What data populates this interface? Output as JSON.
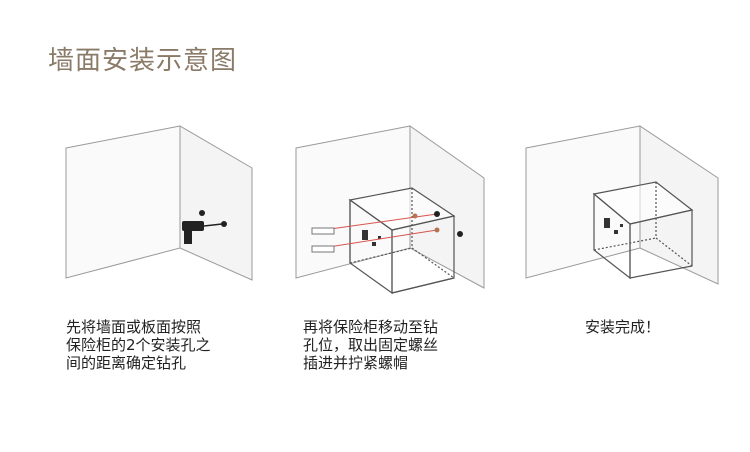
{
  "title": "墙面安装示意图",
  "steps": [
    {
      "caption": "先将墙面或板面按照\n保险柜的2个安装孔之\n间的距离确定钻孔"
    },
    {
      "caption": "再将保险柜移动至钻\n孔位，取出固定螺丝\n插进并拧紧螺帽"
    },
    {
      "caption": "安装完成！"
    }
  ],
  "colors": {
    "title": "#8a7a68",
    "line": "#888888",
    "laser": "#d9534f",
    "marker": "#b5744f"
  }
}
